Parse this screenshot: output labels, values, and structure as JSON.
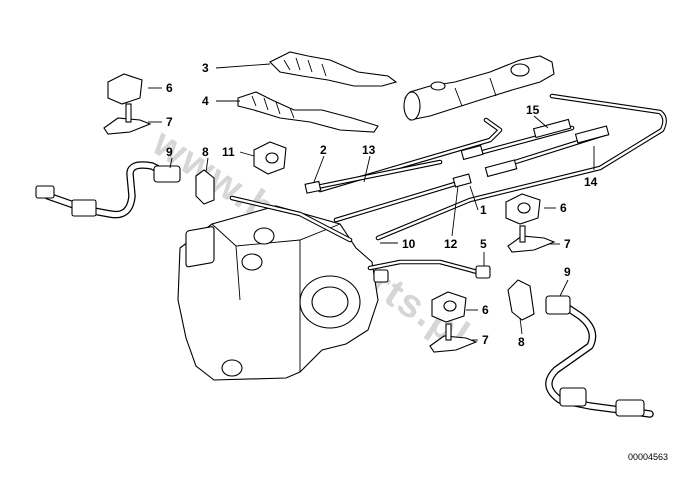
{
  "watermark": "www.bmwparts.pl",
  "document_number": "00004563",
  "callouts": [
    {
      "id": "c3",
      "label": "3"
    },
    {
      "id": "c4",
      "label": "4"
    },
    {
      "id": "c6a",
      "label": "6"
    },
    {
      "id": "c7a",
      "label": "7"
    },
    {
      "id": "c9a",
      "label": "9"
    },
    {
      "id": "c8a",
      "label": "8"
    },
    {
      "id": "c11",
      "label": "11"
    },
    {
      "id": "c2",
      "label": "2"
    },
    {
      "id": "c13",
      "label": "13"
    },
    {
      "id": "c15",
      "label": "15"
    },
    {
      "id": "c14",
      "label": "14"
    },
    {
      "id": "c1",
      "label": "1"
    },
    {
      "id": "c6b",
      "label": "6"
    },
    {
      "id": "c7b",
      "label": "7"
    },
    {
      "id": "c10",
      "label": "10"
    },
    {
      "id": "c12",
      "label": "12"
    },
    {
      "id": "c5",
      "label": "5"
    },
    {
      "id": "c9b",
      "label": "9"
    },
    {
      "id": "c6c",
      "label": "6"
    },
    {
      "id": "c8b",
      "label": "8"
    },
    {
      "id": "c7c",
      "label": "7"
    }
  ],
  "parts": [
    "hydraulic-unit",
    "master-cylinder",
    "pipe-holder-3",
    "pipe-holder-4",
    "pipe-clip-6",
    "pan-head-bolt-7",
    "brake-hose-9",
    "bracket-8",
    "pipe-clip-11",
    "brake-pipe-2",
    "brake-pipe-13",
    "brake-pipe-15",
    "brake-pipe-14",
    "brake-pipe-1",
    "brake-pipe-10",
    "brake-pipe-12",
    "brake-pipe-5"
  ]
}
